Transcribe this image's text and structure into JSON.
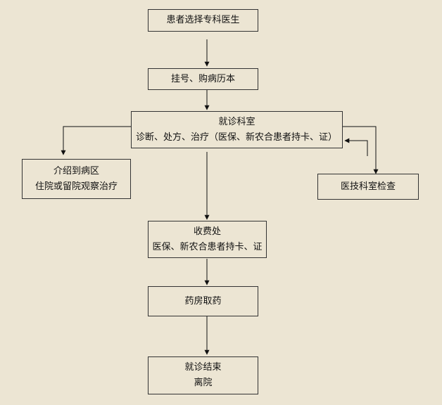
{
  "nodes": {
    "choose_doctor": {
      "line1": "患者选择专科医生"
    },
    "registration": {
      "line1": "挂号、购病历本"
    },
    "clinic": {
      "line1": "就诊科室",
      "line2": "诊断、处方、治疗（医保、新农合患者持卡、证）"
    },
    "ward": {
      "line1": "介绍到病区",
      "line2": "住院或留院观察治疗"
    },
    "medtech": {
      "line1": "医技科室检查"
    },
    "payment": {
      "line1": "收费处",
      "line2": "医保、新农合患者持卡、证"
    },
    "pharmacy": {
      "line1": "药房取药"
    },
    "end": {
      "line1": "就诊结束",
      "line2": "离院"
    }
  }
}
